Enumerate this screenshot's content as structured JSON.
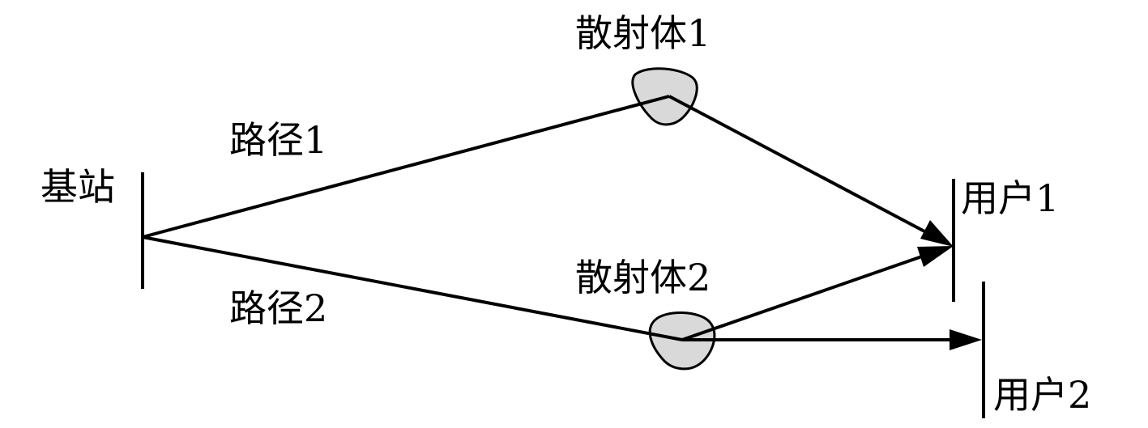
{
  "labels": {
    "base_station": "基站",
    "scatterer_1": "散射体1",
    "scatterer_2": "散射体2",
    "path_1": "路径1",
    "path_2": "路径2",
    "user_1": "用户1",
    "user_2": "用户2"
  },
  "colors": {
    "line": "#000000",
    "scatterer_fill": "#d9d9d9"
  }
}
